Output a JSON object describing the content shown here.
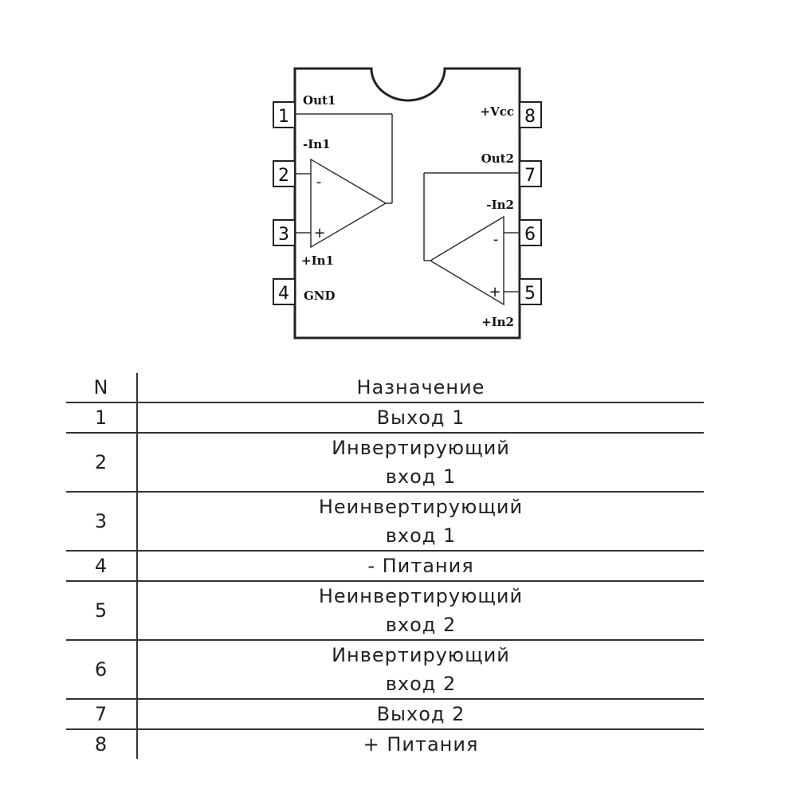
{
  "chip": {
    "labels": {
      "out1": "Out1",
      "in1_neg": "-In1",
      "in1_pos": "+In1",
      "gnd": "GND",
      "vcc": "+Vcc",
      "out2": "Out2",
      "in2_neg": "-In2",
      "in2_pos": "+In2"
    },
    "pins": [
      "1",
      "2",
      "3",
      "4",
      "5",
      "6",
      "7",
      "8"
    ],
    "signs": {
      "minus": "-",
      "plus": "+"
    }
  },
  "table": {
    "headers": {
      "n": "N",
      "purpose": "Назначение"
    },
    "rows": [
      {
        "n": "1",
        "line1": "Выход 1",
        "line2": ""
      },
      {
        "n": "2",
        "line1": "Инвертирующий",
        "line2": "вход 1"
      },
      {
        "n": "3",
        "line1": "Неинвертирующий",
        "line2": "вход 1"
      },
      {
        "n": "4",
        "line1": "- Питания",
        "line2": ""
      },
      {
        "n": "5",
        "line1": "Неинвертирующий",
        "line2": "вход 2"
      },
      {
        "n": "6",
        "line1": "Инвертирующий",
        "line2": "вход 2"
      },
      {
        "n": "7",
        "line1": "Выход 2",
        "line2": ""
      },
      {
        "n": "8",
        "line1": "+ Питания",
        "line2": ""
      }
    ]
  }
}
